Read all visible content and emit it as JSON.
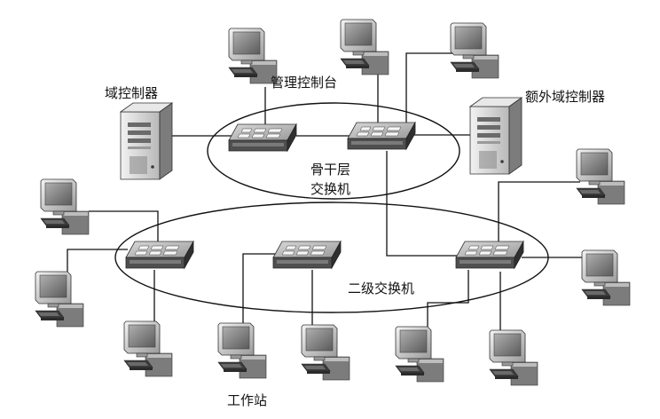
{
  "colors": {
    "line": "#111111",
    "background": "#ffffff",
    "device_light": "#e4e4e4",
    "device_mid": "#a9a9a9",
    "device_dark": "#5e5e5e",
    "screen": "#8c8c8c"
  },
  "labels": {
    "domain_controller": "域控制器",
    "management_console": "管理控制台",
    "extra_domain_controller": "额外域控制器",
    "backbone_line1": "骨干层",
    "backbone_line2": "交换机",
    "secondary_switch": "二级交换机",
    "workstation": "工作站"
  },
  "icons": {
    "workstation": "desktop-computer-icon",
    "switch": "network-switch-icon",
    "server": "tower-server-icon"
  },
  "diagram": {
    "groups": [
      {
        "id": "backbone-layer",
        "label": [
          "labels.backbone_line1",
          "labels.backbone_line2"
        ]
      },
      {
        "id": "secondary-layer",
        "label": [
          "labels.secondary_switch"
        ]
      }
    ],
    "nodes": [
      {
        "id": "domain-controller",
        "type": "server",
        "label": "labels.domain_controller"
      },
      {
        "id": "extra-domain-controller",
        "type": "server",
        "label": "labels.extra_domain_controller"
      },
      {
        "id": "management-console",
        "type": "workstation",
        "label": "labels.management_console"
      },
      {
        "id": "backbone-switch-1",
        "type": "switch",
        "group": "backbone-layer"
      },
      {
        "id": "backbone-switch-2",
        "type": "switch",
        "group": "backbone-layer"
      },
      {
        "id": "secondary-switch-1",
        "type": "switch",
        "group": "secondary-layer"
      },
      {
        "id": "secondary-switch-2",
        "type": "switch",
        "group": "secondary-layer"
      },
      {
        "id": "secondary-switch-3",
        "type": "switch",
        "group": "secondary-layer"
      },
      {
        "id": "top-workstation-2",
        "type": "workstation"
      },
      {
        "id": "top-workstation-3",
        "type": "workstation"
      },
      {
        "id": "workstation-left-upper",
        "type": "workstation"
      },
      {
        "id": "workstation-left-lower",
        "type": "workstation"
      },
      {
        "id": "workstation-bottom-1",
        "type": "workstation"
      },
      {
        "id": "workstation-bottom-2",
        "type": "workstation",
        "label": "labels.workstation"
      },
      {
        "id": "workstation-bottom-3",
        "type": "workstation"
      },
      {
        "id": "workstation-bottom-4",
        "type": "workstation"
      },
      {
        "id": "workstation-bottom-5",
        "type": "workstation"
      },
      {
        "id": "workstation-right-upper",
        "type": "workstation"
      },
      {
        "id": "workstation-right-lower",
        "type": "workstation"
      }
    ],
    "edges": [
      {
        "from": "domain-controller",
        "to": "backbone-switch-1"
      },
      {
        "from": "backbone-switch-1",
        "to": "backbone-switch-2"
      },
      {
        "from": "backbone-switch-2",
        "to": "extra-domain-controller"
      },
      {
        "from": "management-console",
        "to": "backbone-switch-1"
      },
      {
        "from": "top-workstation-2",
        "to": "backbone-switch-2"
      },
      {
        "from": "top-workstation-3",
        "to": "backbone-switch-2"
      },
      {
        "from": "backbone-switch-2",
        "to": "secondary-switch-3"
      },
      {
        "from": "workstation-left-upper",
        "to": "secondary-switch-1"
      },
      {
        "from": "workstation-left-lower",
        "to": "secondary-switch-1"
      },
      {
        "from": "workstation-bottom-1",
        "to": "secondary-switch-1"
      },
      {
        "from": "workstation-bottom-2",
        "to": "secondary-switch-2"
      },
      {
        "from": "workstation-bottom-3",
        "to": "secondary-switch-2"
      },
      {
        "from": "workstation-bottom-4",
        "to": "secondary-switch-3"
      },
      {
        "from": "workstation-bottom-5",
        "to": "secondary-switch-3"
      },
      {
        "from": "workstation-right-upper",
        "to": "secondary-switch-3"
      },
      {
        "from": "workstation-right-lower",
        "to": "secondary-switch-3"
      }
    ]
  }
}
